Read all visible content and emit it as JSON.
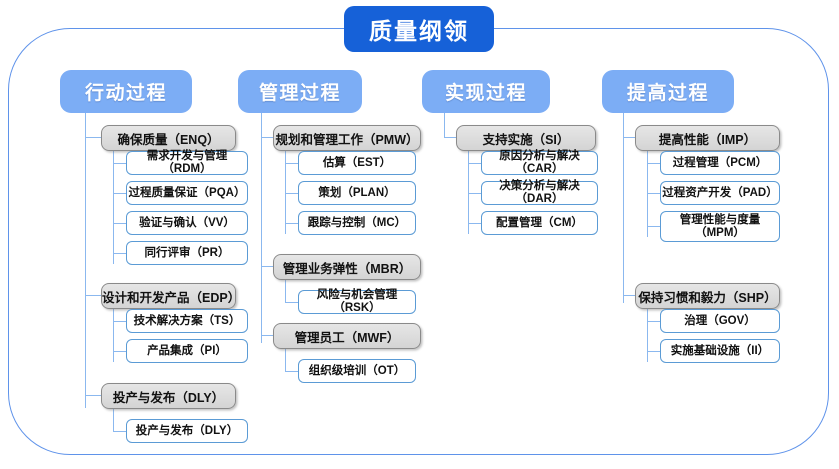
{
  "diagram": {
    "title": "质量纲领",
    "accent_title_color": "#1661d8",
    "accent_header_color": "#7cadf5",
    "group_box_color": "#d9d9d9",
    "leaf_border_color": "#5b9bd5",
    "frame_border_color": "#5f93ea"
  },
  "columns": [
    {
      "header": "行动过程",
      "groups": [
        {
          "label": "确保质量（ENQ）",
          "children": [
            {
              "label": "需求开发与管理（RDM）"
            },
            {
              "label": "过程质量保证（PQA）"
            },
            {
              "label": "验证与确认（VV）"
            },
            {
              "label": "同行评审（PR）"
            }
          ]
        },
        {
          "label": "设计和开发产品（EDP）",
          "children": [
            {
              "label": "技术解决方案（TS）"
            },
            {
              "label": "产品集成（PI）"
            }
          ]
        },
        {
          "label": "投产与发布（DLY）",
          "children": [
            {
              "label": "投产与发布（DLY）"
            }
          ]
        }
      ]
    },
    {
      "header": "管理过程",
      "groups": [
        {
          "label": "规划和管理工作（PMW）",
          "children": [
            {
              "label": "估算（EST）"
            },
            {
              "label": "策划（PLAN）"
            },
            {
              "label": "跟踪与控制（MC）"
            }
          ]
        },
        {
          "label": "管理业务弹性（MBR）",
          "children": [
            {
              "label": "风险与机会管理（RSK）"
            }
          ]
        },
        {
          "label": "管理员工（MWF）",
          "children": [
            {
              "label": "组织级培训（OT）"
            }
          ]
        }
      ]
    },
    {
      "header": "实现过程",
      "groups": [
        {
          "label": "支持实施（SI）",
          "children": [
            {
              "label": "原因分析与解决（CAR）"
            },
            {
              "label": "决策分析与解决（DAR）"
            },
            {
              "label": "配置管理（CM）"
            }
          ]
        }
      ]
    },
    {
      "header": "提高过程",
      "groups": [
        {
          "label": "提高性能（IMP）",
          "children": [
            {
              "label": "过程管理（PCM）"
            },
            {
              "label": "过程资产开发（PAD）"
            },
            {
              "label": "管理性能与度量\n（MPM）"
            }
          ]
        },
        {
          "label": "保持习惯和毅力（SHP）",
          "children": [
            {
              "label": "治理（GOV）"
            },
            {
              "label": "实施基础设施（II）"
            }
          ]
        }
      ]
    }
  ]
}
